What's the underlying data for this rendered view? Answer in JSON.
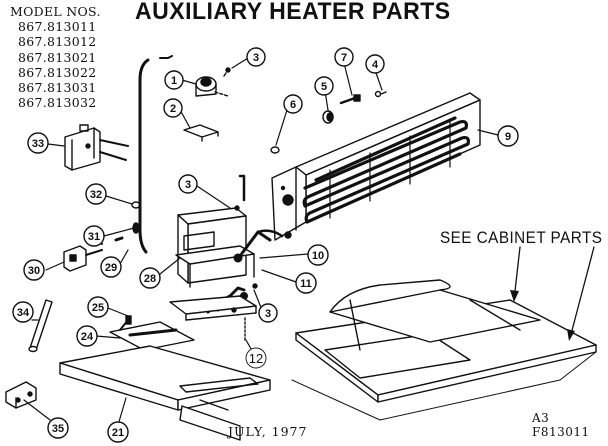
{
  "title": "AUXILIARY HEATER PARTS",
  "model_header": "MODEL NOS.",
  "model_numbers": [
    "867.813011",
    "867.813012",
    "867.813021",
    "867.813022",
    "867.813031",
    "867.813032"
  ],
  "see_cabinet": "SEE CABINET PARTS",
  "date": "JULY, 1977",
  "code_a": "A3",
  "code_b": "F813011",
  "callouts": [
    "1",
    "2",
    "3",
    "3",
    "3",
    "4",
    "5",
    "6",
    "7",
    "9",
    "10",
    "11",
    "12",
    "21",
    "24",
    "25",
    "28",
    "29",
    "30",
    "31",
    "32",
    "33",
    "34",
    "35"
  ]
}
